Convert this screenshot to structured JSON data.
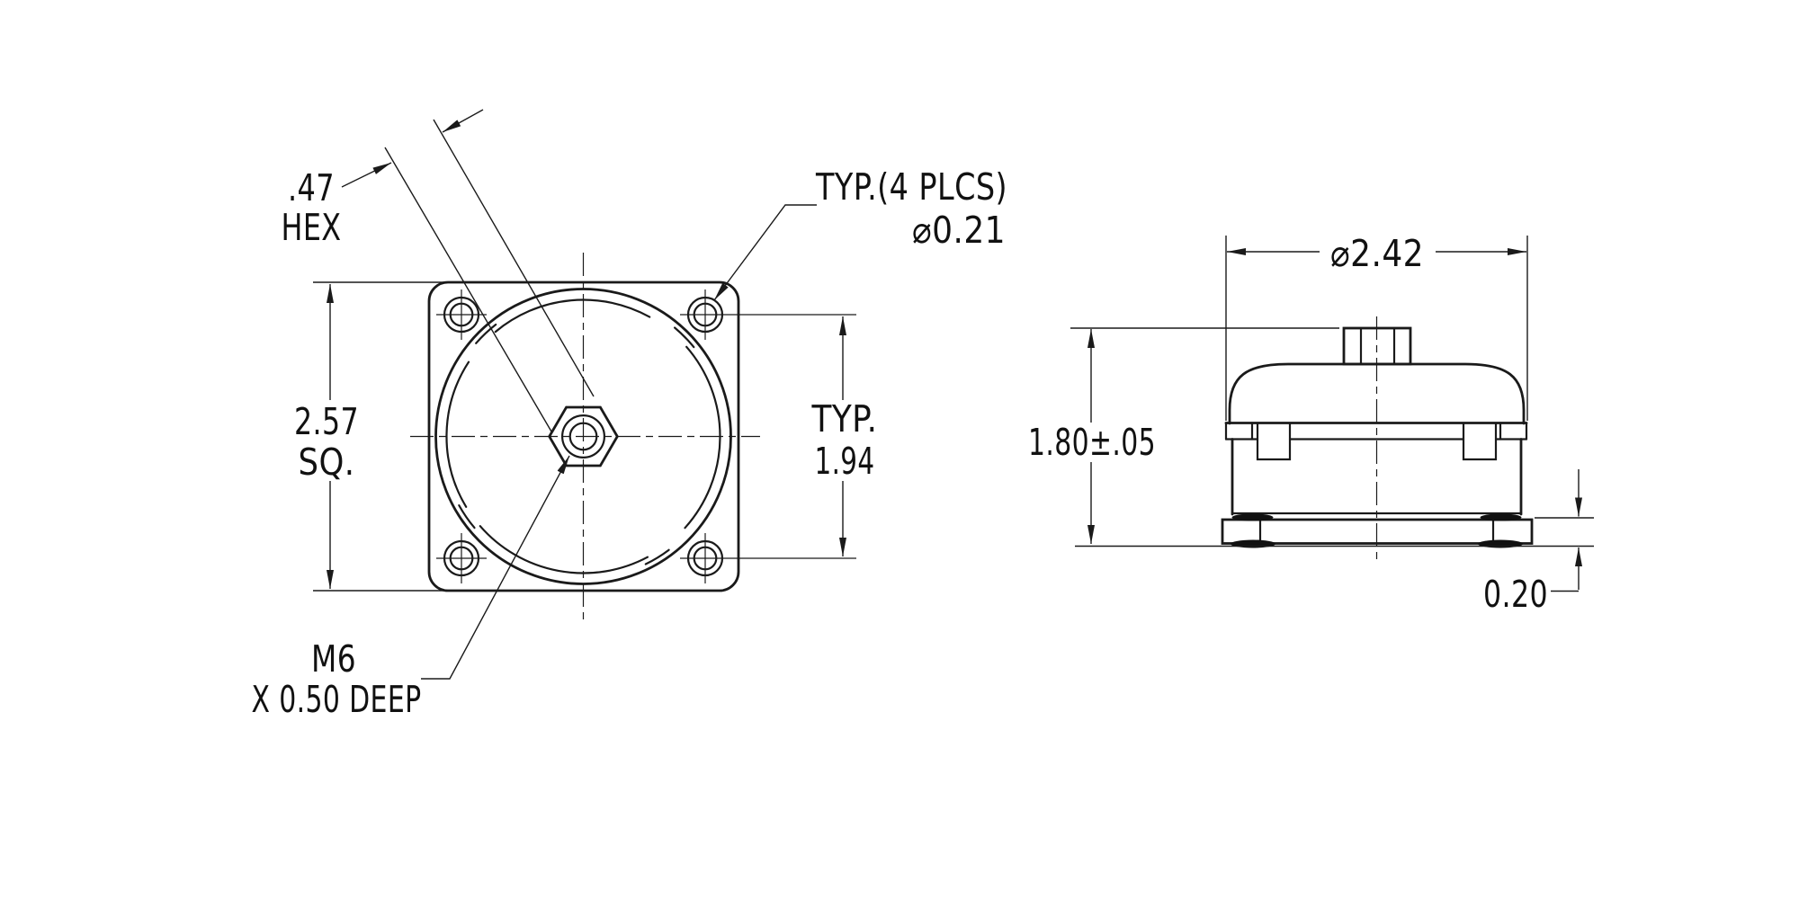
{
  "style": {
    "background_color": "#ffffff",
    "line_color": "#1a1a1a"
  },
  "front_view": {
    "hex_size": {
      "line1": ".47",
      "line2": "HEX"
    },
    "hole_callout": {
      "line1": "TYP.(4 PLCS)",
      "line2": "⌀0.21"
    },
    "square_size": {
      "line1": "2.57",
      "line2": "SQ."
    },
    "hole_spacing": {
      "line1": "TYP.",
      "line2": "1.94"
    },
    "thread_callout": {
      "line1": "M6",
      "line2": "X 0.50 DEEP"
    }
  },
  "side_view": {
    "diameter": "⌀2.42",
    "height": "1.80±.05",
    "base_thickness": "0.20"
  }
}
